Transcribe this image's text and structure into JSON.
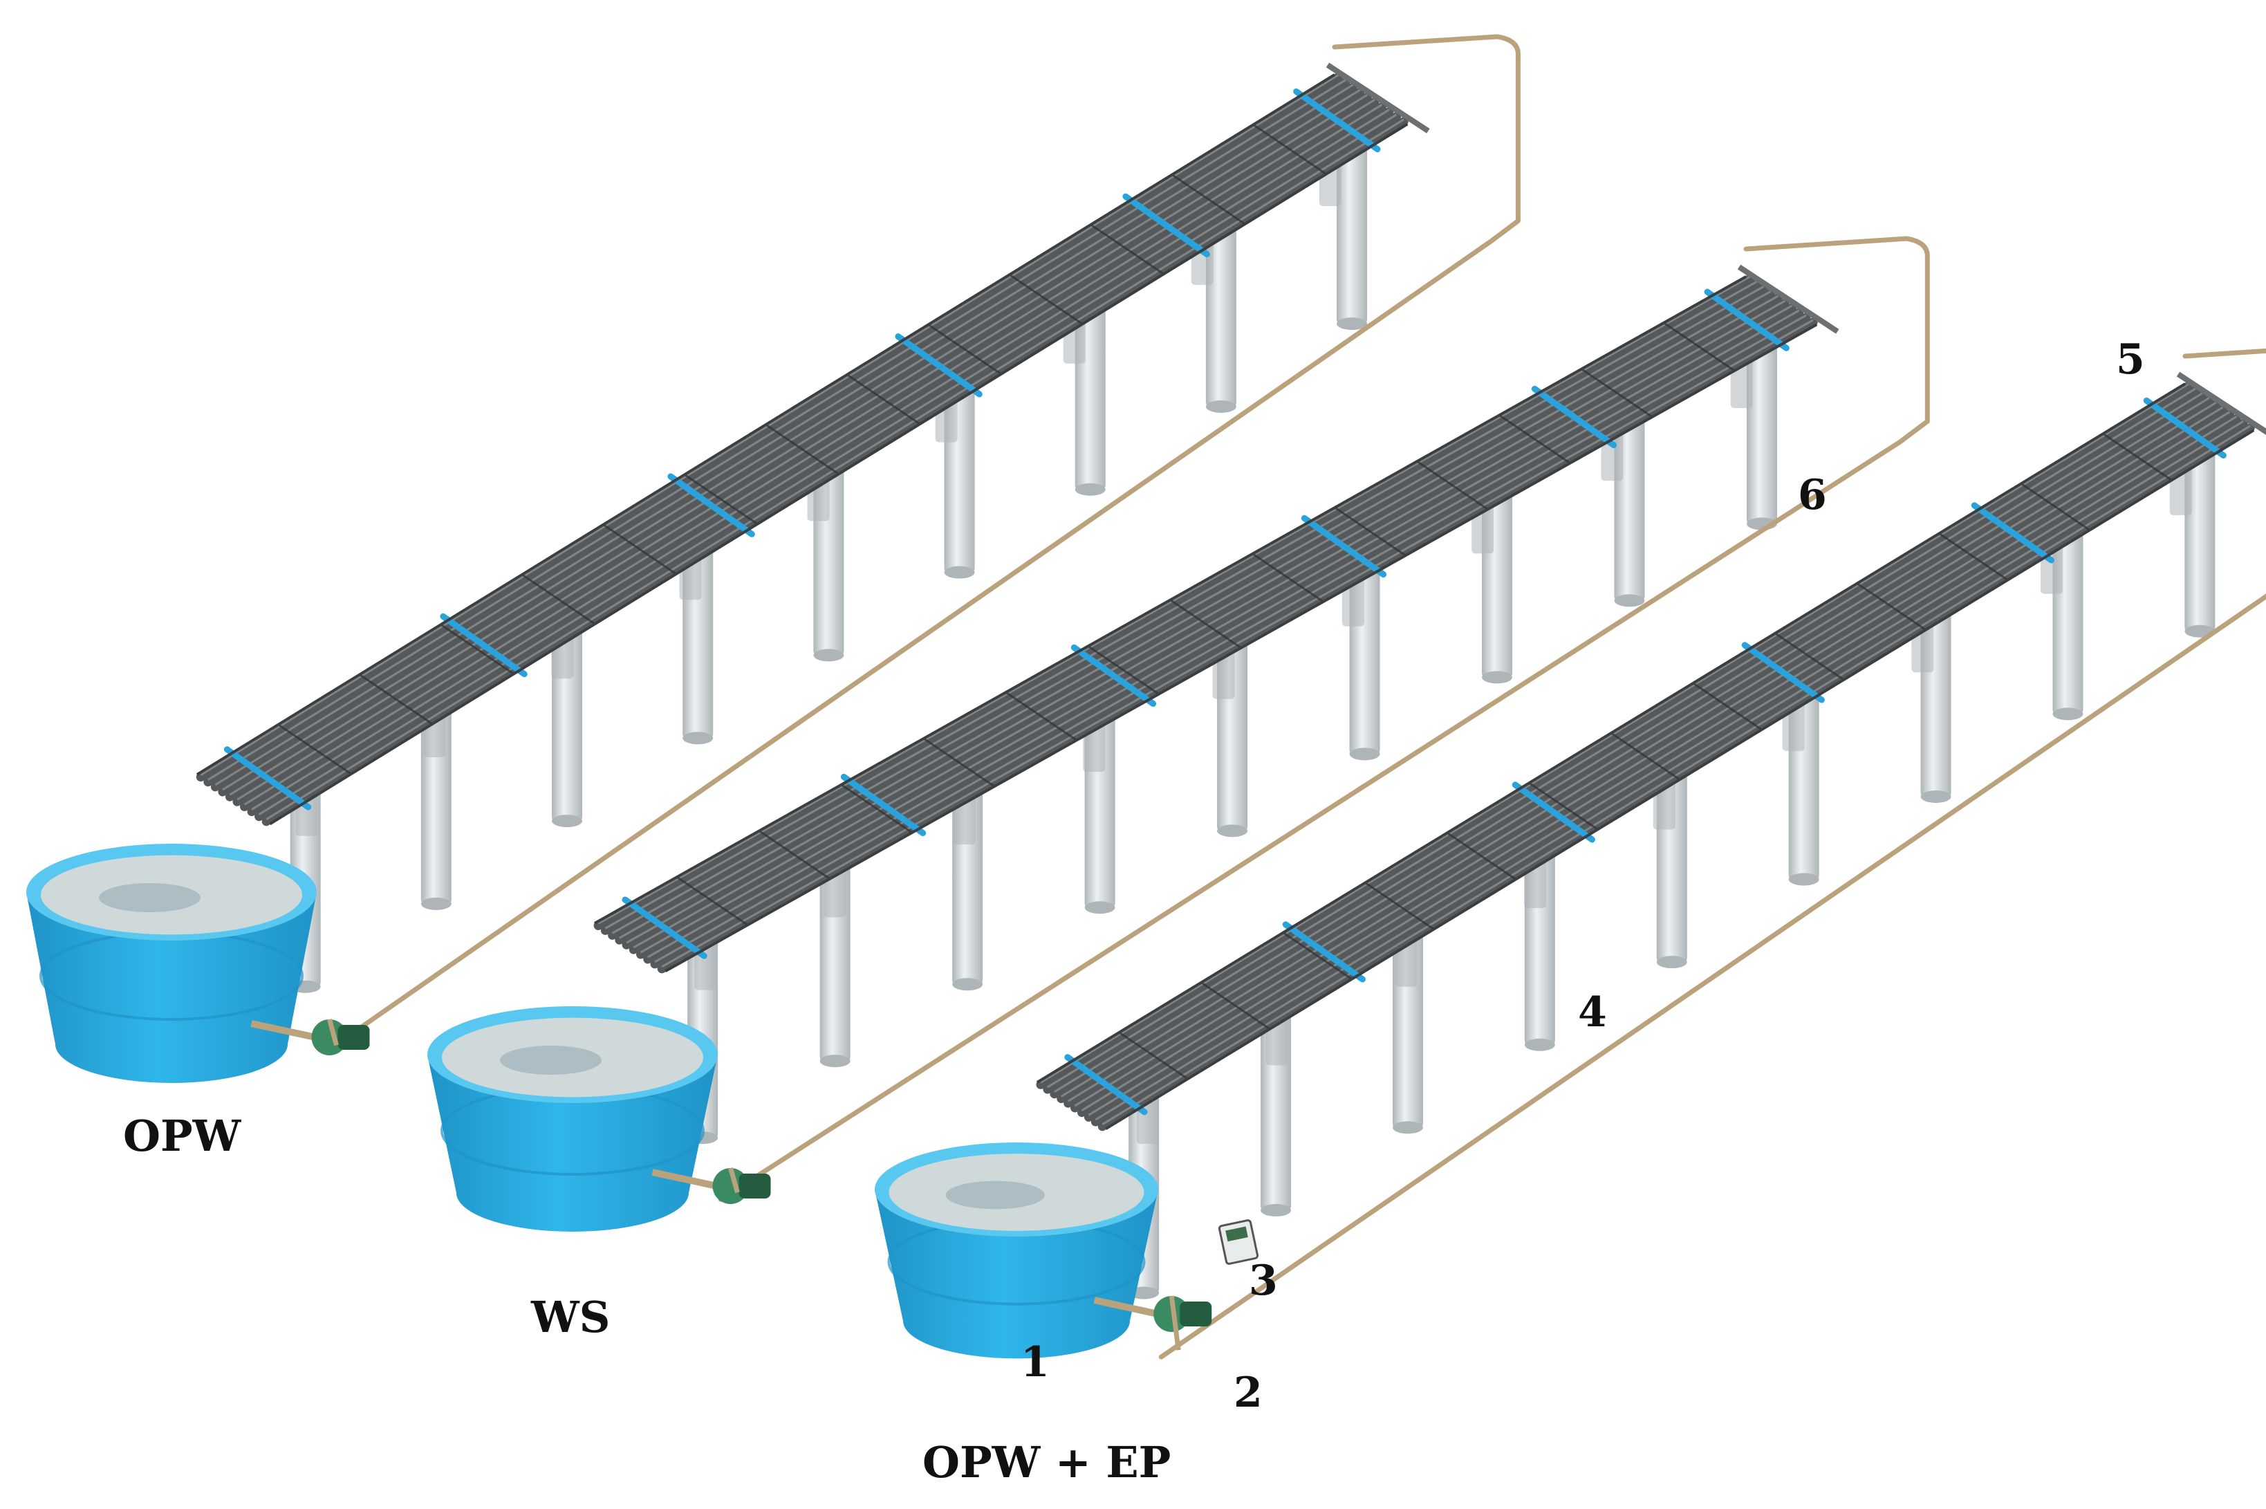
{
  "colors": {
    "tank": "#2fb6ea",
    "tank_dark": "#1f93c7",
    "tank_rim": "#58c8f0",
    "water": "#cfd9d9",
    "water_shadow": "#8fa6b0",
    "tube": "#56595b",
    "tube_light": "#8d9091",
    "tube_dark": "#2e3133",
    "clamp": "#2aa2dc",
    "pillar": "#d3d8da",
    "pillar_shade": "#aeb5b8",
    "hose": "#cdb894",
    "return_pipe": "#b9a27c",
    "pump": "#3a8a62",
    "pump_dark": "#245c40"
  },
  "icons": {
    "pump": "water-pump-icon",
    "controller": "controller-icon"
  },
  "tanks": [
    {
      "label": "OPW"
    },
    {
      "label": "WS"
    },
    {
      "label": "OPW + EP"
    }
  ],
  "callouts": [
    {
      "label": "1"
    },
    {
      "label": "2"
    },
    {
      "label": "3"
    },
    {
      "label": "4"
    },
    {
      "label": "5"
    },
    {
      "label": "6"
    }
  ]
}
